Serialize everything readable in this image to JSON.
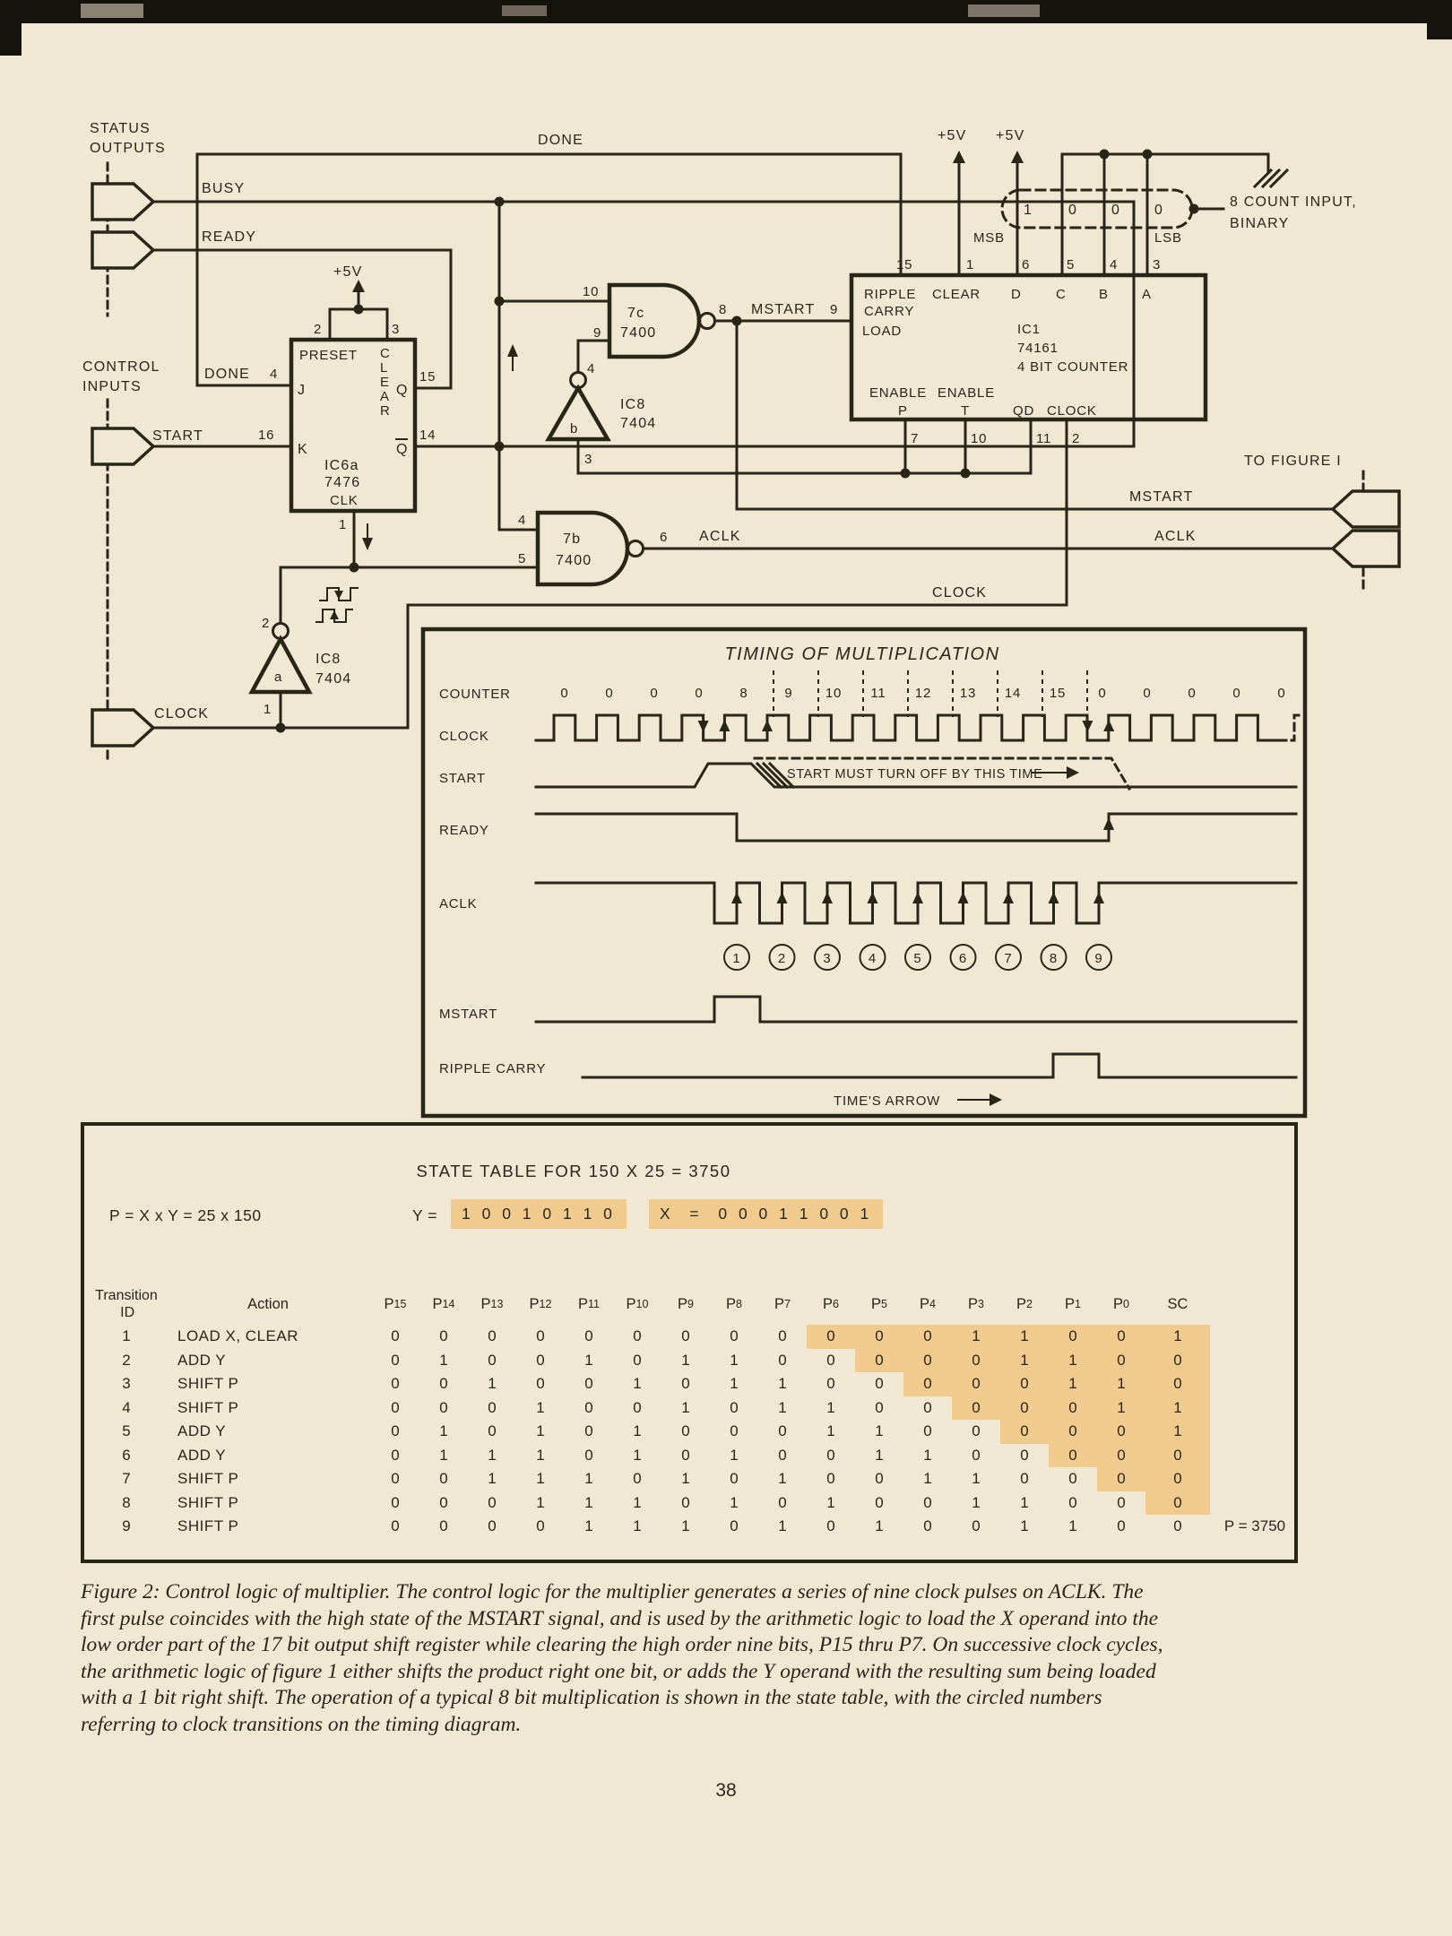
{
  "page": {
    "number": "38"
  },
  "schematic": {
    "status_outputs": [
      "STATUS",
      "OUTPUTS"
    ],
    "control_inputs": [
      "CONTROL",
      "INPUTS"
    ],
    "plus5v": "+5V",
    "signals": {
      "busy": "BUSY",
      "ready": "READY",
      "done_top": "DONE",
      "done_j": "DONE",
      "start": "START",
      "clock_in": "CLOCK",
      "clock_mid": "CLOCK",
      "mstart_mid": "MSTART",
      "mstart_out": "MSTART",
      "aclk_gate": "ACLK",
      "aclk_out": "ACLK",
      "to_figure": "TO FIGURE I"
    },
    "ff": {
      "name1": "IC6a",
      "name2": "7476",
      "preset": "PRESET",
      "clear_letters": [
        "C",
        "L",
        "E",
        "A",
        "R"
      ],
      "j": "J",
      "k": "K",
      "q": "Q",
      "qbar": "Q",
      "clk": "CLK",
      "p2": "2",
      "p3": "3",
      "p4": "4",
      "p16": "16",
      "p15": "15",
      "p14": "14",
      "p1": "1"
    },
    "gate7c": {
      "name1": "7c",
      "name2": "7400",
      "p10": "10",
      "p9": "9",
      "p8": "8"
    },
    "gate7b": {
      "name1": "7b",
      "name2": "7400",
      "p4": "4",
      "p5": "5",
      "p6": "6"
    },
    "invb": {
      "name1": "IC8",
      "name2": "7404",
      "tag": "b",
      "p4": "4",
      "p3": "3"
    },
    "inva": {
      "name1": "IC8",
      "name2": "7404",
      "tag": "a",
      "p2": "2",
      "p1": "1"
    },
    "counter": {
      "ripple1": "RIPPLE",
      "ripple2": "CARRY",
      "clear": "CLEAR",
      "d": "D",
      "c": "C",
      "b": "B",
      "a": "A",
      "load": "LOAD",
      "load_pin": "9",
      "name1": "IC1",
      "name2": "74161",
      "name3": "4 BIT COUNTER",
      "enable1": "ENABLE",
      "enable2": "ENABLE",
      "p": "P",
      "t": "T",
      "qd": "QD",
      "clock": "CLOCK",
      "pin15": "15",
      "pin1": "1",
      "pin6": "6",
      "pin5": "5",
      "pin4": "4",
      "pin3": "3",
      "pin7": "7",
      "pin10": "10",
      "pin11": "11",
      "pin2": "2"
    },
    "binary": {
      "bits": [
        "1",
        "0",
        "0",
        "0"
      ],
      "msb": "MSB",
      "lsb": "LSB",
      "note1": "8 COUNT INPUT,",
      "note2": "BINARY"
    }
  },
  "timing": {
    "title": "TIMING OF MULTIPLICATION",
    "labels": {
      "counter": "COUNTER",
      "clock": "CLOCK",
      "start": "START",
      "ready": "READY",
      "aclk": "ACLK",
      "mstart": "MSTART",
      "ripple": "RIPPLE CARRY"
    },
    "counter_values": [
      "0",
      "0",
      "0",
      "0",
      "8",
      "9",
      "10",
      "11",
      "12",
      "13",
      "14",
      "15",
      "0",
      "0",
      "0",
      "0",
      "0"
    ],
    "start_note": "START MUST TURN OFF BY THIS TIME",
    "times_arrow": "TIME'S ARROW",
    "pulse_numbers": [
      "1",
      "2",
      "3",
      "4",
      "5",
      "6",
      "7",
      "8",
      "9"
    ]
  },
  "state_table": {
    "title": "STATE TABLE FOR 150 X 25 = 3750",
    "equation": "P = X x Y = 25 x 150",
    "y_label": "Y =",
    "y_bits": "1 0 0 1 0 1 1 0",
    "x_label": "X  =",
    "x_bits": "0 0 0 1 1 0 0 1",
    "headers": {
      "transition": "Transition",
      "id": "ID",
      "action": "Action",
      "p": "P",
      "p_subs": [
        "15",
        "14",
        "13",
        "12",
        "11",
        "10",
        "9",
        "8",
        "7",
        "6",
        "5",
        "4",
        "3",
        "2",
        "1",
        "0"
      ],
      "sc": "SC"
    },
    "rows": [
      {
        "id": "1",
        "action": "LOAD X, CLEAR",
        "bits": [
          "0",
          "0",
          "0",
          "0",
          "0",
          "0",
          "0",
          "0",
          "0",
          "0",
          "0",
          "0",
          "1",
          "1",
          "0",
          "0"
        ],
        "sc": "1",
        "hl_from": 9,
        "sc_hl": true,
        "note": ""
      },
      {
        "id": "2",
        "action": "ADD Y",
        "bits": [
          "0",
          "1",
          "0",
          "0",
          "1",
          "0",
          "1",
          "1",
          "0",
          "0",
          "0",
          "0",
          "0",
          "1",
          "1",
          "0"
        ],
        "sc": "0",
        "hl_from": 10,
        "sc_hl": true,
        "note": ""
      },
      {
        "id": "3",
        "action": "SHIFT P",
        "bits": [
          "0",
          "0",
          "1",
          "0",
          "0",
          "1",
          "0",
          "1",
          "1",
          "0",
          "0",
          "0",
          "0",
          "0",
          "1",
          "1"
        ],
        "sc": "0",
        "hl_from": 11,
        "sc_hl": true,
        "note": ""
      },
      {
        "id": "4",
        "action": "SHIFT P",
        "bits": [
          "0",
          "0",
          "0",
          "1",
          "0",
          "0",
          "1",
          "0",
          "1",
          "1",
          "0",
          "0",
          "0",
          "0",
          "0",
          "1"
        ],
        "sc": "1",
        "hl_from": 12,
        "sc_hl": true,
        "note": ""
      },
      {
        "id": "5",
        "action": "ADD Y",
        "bits": [
          "0",
          "1",
          "0",
          "1",
          "0",
          "1",
          "0",
          "0",
          "0",
          "1",
          "1",
          "0",
          "0",
          "0",
          "0",
          "0"
        ],
        "sc": "1",
        "hl_from": 13,
        "sc_hl": true,
        "note": ""
      },
      {
        "id": "6",
        "action": "ADD Y",
        "bits": [
          "0",
          "1",
          "1",
          "1",
          "0",
          "1",
          "0",
          "1",
          "0",
          "0",
          "1",
          "1",
          "0",
          "0",
          "0",
          "0"
        ],
        "sc": "0",
        "hl_from": 14,
        "sc_hl": true,
        "note": ""
      },
      {
        "id": "7",
        "action": "SHIFT P",
        "bits": [
          "0",
          "0",
          "1",
          "1",
          "1",
          "0",
          "1",
          "0",
          "1",
          "0",
          "0",
          "1",
          "1",
          "0",
          "0",
          "0"
        ],
        "sc": "0",
        "hl_from": 15,
        "sc_hl": true,
        "note": ""
      },
      {
        "id": "8",
        "action": "SHIFT P",
        "bits": [
          "0",
          "0",
          "0",
          "1",
          "1",
          "1",
          "0",
          "1",
          "0",
          "1",
          "0",
          "0",
          "1",
          "1",
          "0",
          "0"
        ],
        "sc": "0",
        "hl_from": -1,
        "sc_hl": true,
        "note": ""
      },
      {
        "id": "9",
        "action": "SHIFT P",
        "bits": [
          "0",
          "0",
          "0",
          "0",
          "1",
          "1",
          "1",
          "0",
          "1",
          "0",
          "1",
          "0",
          "0",
          "1",
          "1",
          "0"
        ],
        "sc": "0",
        "hl_from": -1,
        "sc_hl": false,
        "note": "P = 3750"
      }
    ]
  },
  "caption": {
    "lines": [
      "Figure 2: Control logic of multiplier. The control logic for the multiplier generates a series of nine clock pulses on ACLK. The",
      "first pulse coincides with the high state of the MSTART signal, and is used by the arithmetic logic to load the X operand into the",
      "low order part of the 17 bit output shift register while clearing the high order nine bits, P15 thru P7. On successive clock cycles,",
      "the arithmetic logic of figure 1 either shifts the product right one bit, or adds the Y operand with the resulting sum being loaded",
      "with a 1 bit right shift. The operation of a typical 8 bit multiplication is shown in the state table, with the circled numbers",
      "referring to clock transitions on the timing diagram."
    ]
  }
}
